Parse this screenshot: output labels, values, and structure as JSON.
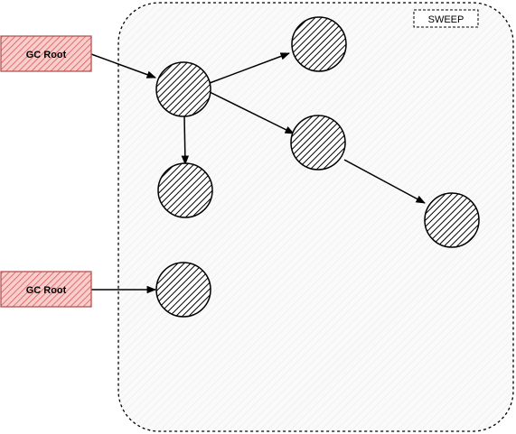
{
  "diagram": {
    "region": {
      "label": "SWEEP"
    },
    "roots": [
      {
        "id": "root-1",
        "label": "GC Root"
      },
      {
        "id": "root-2",
        "label": "GC Root"
      }
    ],
    "nodes": [
      {
        "id": "obj-a"
      },
      {
        "id": "obj-b"
      },
      {
        "id": "obj-c"
      },
      {
        "id": "obj-d"
      },
      {
        "id": "obj-e"
      },
      {
        "id": "obj-f"
      }
    ],
    "edges": [
      {
        "from": "root-1",
        "to": "obj-a"
      },
      {
        "from": "obj-a",
        "to": "obj-b"
      },
      {
        "from": "obj-a",
        "to": "obj-c"
      },
      {
        "from": "obj-a",
        "to": "obj-d"
      },
      {
        "from": "obj-c",
        "to": "obj-e"
      },
      {
        "from": "root-2",
        "to": "obj-f"
      }
    ],
    "colors": {
      "root_fill": "#f8cecc",
      "root_hatch": "#e05555",
      "root_stroke": "#b85450",
      "node_fill": "#ffffff",
      "node_hatch": "#000000",
      "region_fill": "#f5f5f5",
      "stroke": "#000000"
    }
  }
}
